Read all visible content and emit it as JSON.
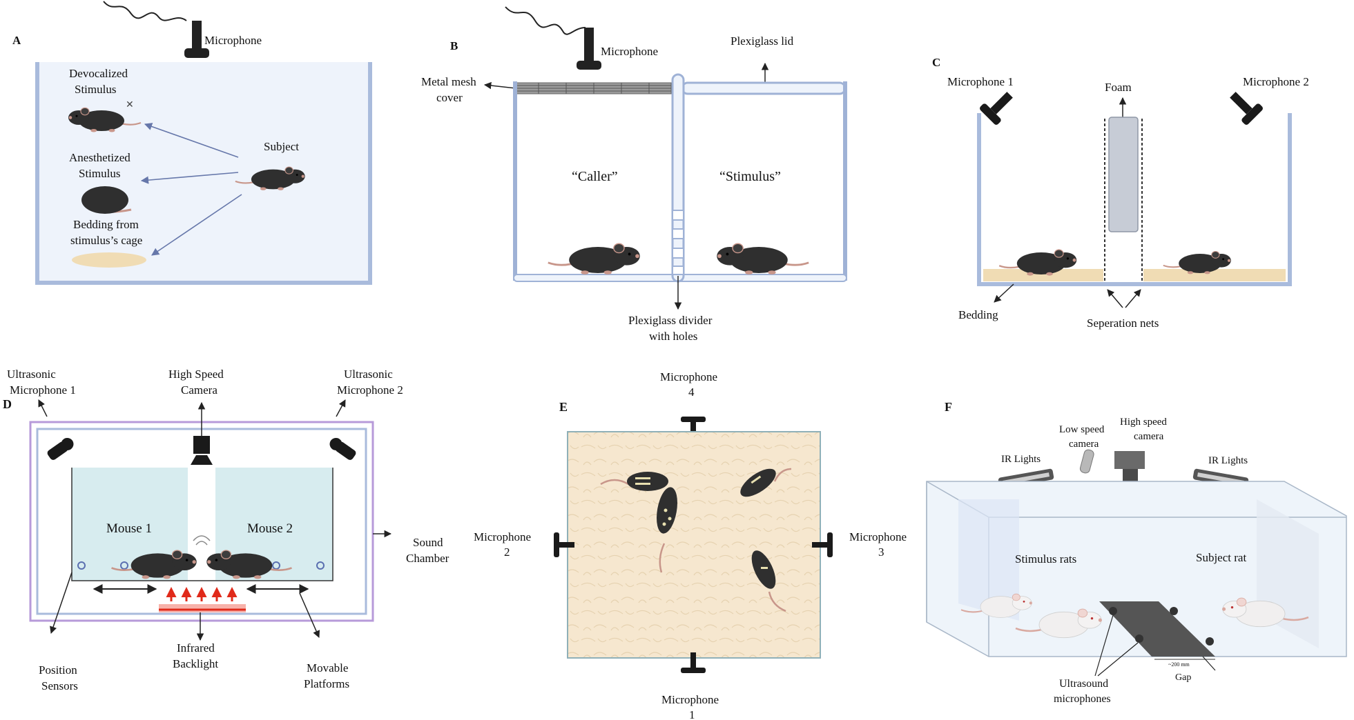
{
  "panels": {
    "A": {
      "letter": "A",
      "microphone": "Microphone",
      "devocalized_1": "Devocalized",
      "devocalized_2": "Stimulus",
      "anesthetized_1": "Anesthetized",
      "anesthetized_2": "Stimulus",
      "bedding_1": "Bedding from",
      "bedding_2": "stimulus’s cage",
      "subject": "Subject"
    },
    "B": {
      "letter": "B",
      "microphone": "Microphone",
      "lid": "Plexiglass lid",
      "mesh_1": "Metal mesh",
      "mesh_2": "cover",
      "caller": "“Caller”",
      "stimulus": "“Stimulus”",
      "divider_1": "Plexiglass divider",
      "divider_2": "with holes"
    },
    "C": {
      "letter": "C",
      "mic1": "Microphone 1",
      "mic2": "Microphone 2",
      "foam": "Foam",
      "bedding": "Bedding",
      "nets": "Seperation nets"
    },
    "D": {
      "letter": "D",
      "umic1_1": "Ultrasonic",
      "umic1_2": "Microphone 1",
      "camera_1": "High Speed",
      "camera_2": "Camera",
      "umic2_1": "Ultrasonic",
      "umic2_2": "Microphone 2",
      "mouse1": "Mouse 1",
      "mouse2": "Mouse 2",
      "chamber_1": "Sound",
      "chamber_2": "Chamber",
      "sensors_1": "Position",
      "sensors_2": "Sensors",
      "backlight_1": "Infrared",
      "backlight_2": "Backlight",
      "platforms_1": "Movable",
      "platforms_2": "Platforms"
    },
    "E": {
      "letter": "E",
      "mic4_1": "Microphone",
      "mic4_2": "4",
      "mic2_1": "Microphone",
      "mic2_2": "2",
      "mic3_1": "Microphone",
      "mic3_2": "3",
      "mic1_1": "Microphone",
      "mic1_2": "1"
    },
    "F": {
      "letter": "F",
      "ir_left": "IR Lights",
      "low_cam_1": "Low speed",
      "low_cam_2": "camera",
      "high_cam_1": "High speed",
      "high_cam_2": "camera",
      "ir_right": "IR Lights",
      "stimulus_rats": "Stimulus rats",
      "subject_rat": "Subject rat",
      "gap_dim": "~200 mm",
      "gap": "Gap",
      "usm_1": "Ultrasound",
      "usm_2": "microphones"
    }
  },
  "colors": {
    "box_fill": "#eef3fb",
    "box_stroke": "#9fb2d6",
    "mouse": "#2f2f2f",
    "tail": "#c8968a",
    "arrow_blue": "#6677aa",
    "chamber_purple": "#b79ad9",
    "platform_fill": "#d7ecef",
    "bedding_sand": "#f3e5cd",
    "foam_fill": "#c7ccd6",
    "red_backlight": "#e02a1a"
  }
}
